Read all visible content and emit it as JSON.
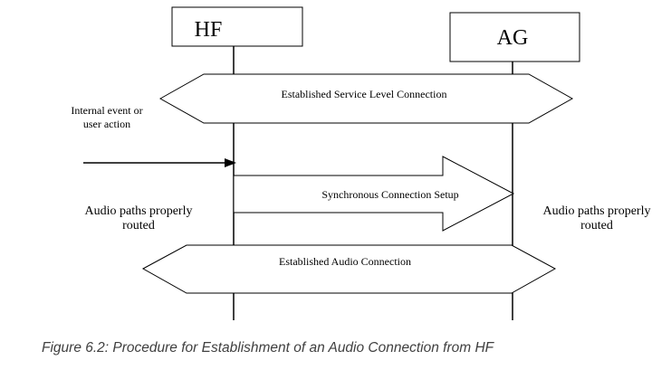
{
  "entities": {
    "hf": "HF",
    "ag": "AG"
  },
  "messages": {
    "service_level": "Established Service Level Connection",
    "sync_setup": "Synchronous Connection Setup",
    "audio_connection": "Established Audio Connection"
  },
  "notes": {
    "trigger_line1": "Internal event or",
    "trigger_line2": "user action",
    "hf_audio_line1": "Audio paths properly",
    "hf_audio_line2": "routed",
    "ag_audio_line1": "Audio paths properly",
    "ag_audio_line2": "routed"
  },
  "caption": "Figure 6.2: Procedure for Establishment of an Audio Connection from HF",
  "colors": {
    "line": "#000000",
    "caption_text": "#404040",
    "background": "#ffffff"
  }
}
